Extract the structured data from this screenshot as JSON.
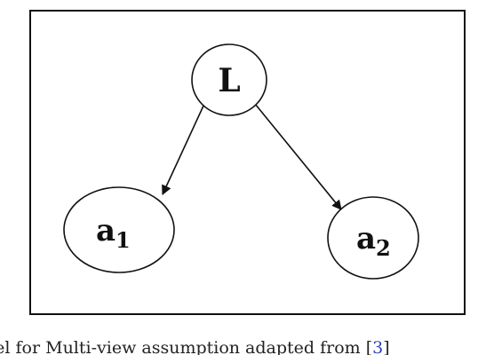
{
  "diagram": {
    "nodes": {
      "root": {
        "label": "L"
      },
      "child1": {
        "label": "a",
        "subscript": "1"
      },
      "child2": {
        "label": "a",
        "subscript": "2"
      }
    },
    "edges": [
      {
        "from": "L",
        "to": "a1"
      },
      {
        "from": "L",
        "to": "a2"
      }
    ]
  },
  "caption": {
    "text": "del for Multi-view assumption adapted from [",
    "ref": "3",
    "close": "]"
  },
  "colors": {
    "stroke": "#111111",
    "reference_link": "#2a3fbf"
  }
}
